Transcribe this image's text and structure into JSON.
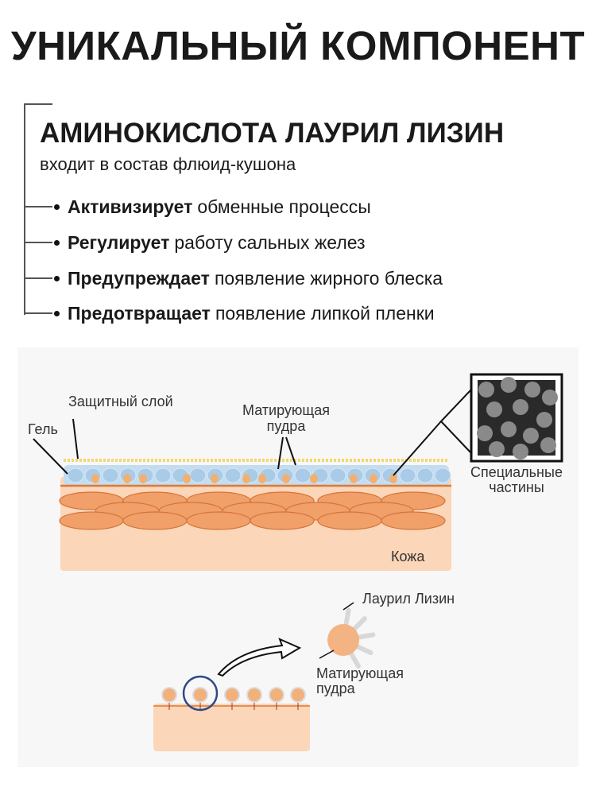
{
  "title": "УНИКАЛЬНЫЙ КОМПОНЕНТ",
  "heading": "АМИНОКИСЛОТА ЛАУРИЛ ЛИЗИН",
  "subheading": "входит в состав флюид-кушона",
  "benefits": [
    {
      "bold": "Активизирует",
      "rest": "обменные процессы"
    },
    {
      "bold": "Регулирует",
      "rest": "работу сальных желез"
    },
    {
      "bold": "Предупреждает",
      "rest": "появление жирного блеска"
    },
    {
      "bold": "Предотвращает",
      "rest": "появление липкой пленки"
    }
  ],
  "diagram": {
    "protective_layer": "Защитный слой",
    "gel": "Гель",
    "matte_powder_line1": "Матирующая",
    "matte_powder_line2": "пудра",
    "special_line1": "Специальные",
    "special_line2": "частины",
    "skin": "Кожа",
    "lauryl_lysine": "Лаурил Лизин",
    "powder2_line1": "Матирующая",
    "powder2_line2": "пудра"
  },
  "colors": {
    "cell": "#f0a068",
    "gel": "#b9d7ee",
    "skin": "#fbd6b8",
    "circle": "#2c4a86"
  }
}
